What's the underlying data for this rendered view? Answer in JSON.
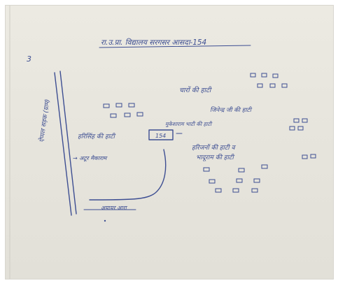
{
  "document": {
    "kind": "handwritten-sketch-photo",
    "visible_text": {
      "heading": "रा.उ.प्रा. विद्यालय सरगसर आसदा-154",
      "margin_mark": "3",
      "vertical_label": "ऐप्पल सड़क (ग्राम)",
      "label_top_right": "चारों की हाटी",
      "label_right_2": "जिनेन्द्र जी की हाटी",
      "label_center_1": "मुकेशाराम भाटी की हाटी",
      "label_left_middle": "हरिसिंह की हाटी",
      "box_number": "154",
      "label_right_3a": "हरिजनों की हाटी व",
      "label_right_3b": "भादूराम की हाटी",
      "label_left_lower": "→ अटूर मैकाराम",
      "label_bottom": "अयायर आरा"
    },
    "ink_color": "#3d4e92",
    "paper_color": "#e8e6de"
  }
}
